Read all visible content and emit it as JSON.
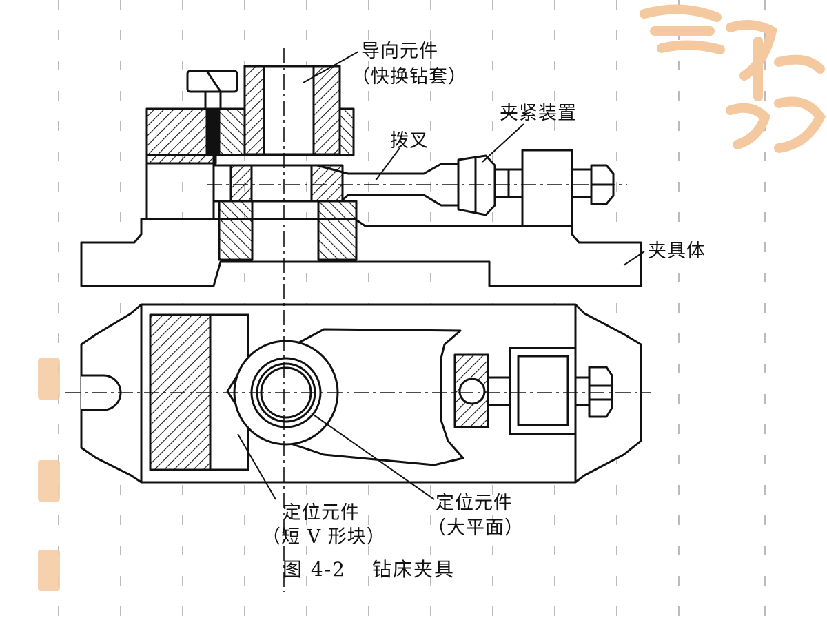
{
  "labels": {
    "guide_element": "导向元件",
    "guide_element_note": "（快换钻套）",
    "clamping_device": "夹紧装置",
    "fork": "拨叉",
    "fixture_body": "夹具体",
    "locating_v_block": "定位元件",
    "locating_v_block_note": "（短 V 形块）",
    "locating_plane": "定位元件",
    "locating_plane_note": "（大平面）"
  },
  "caption": {
    "figure_number": "图 4-2",
    "title": "钻床夹具"
  },
  "colors": {
    "ink": "#111111",
    "accent_decoration": "#f4c9a0",
    "grid_dots": "#bbbbbb",
    "background": "#ffffff"
  }
}
